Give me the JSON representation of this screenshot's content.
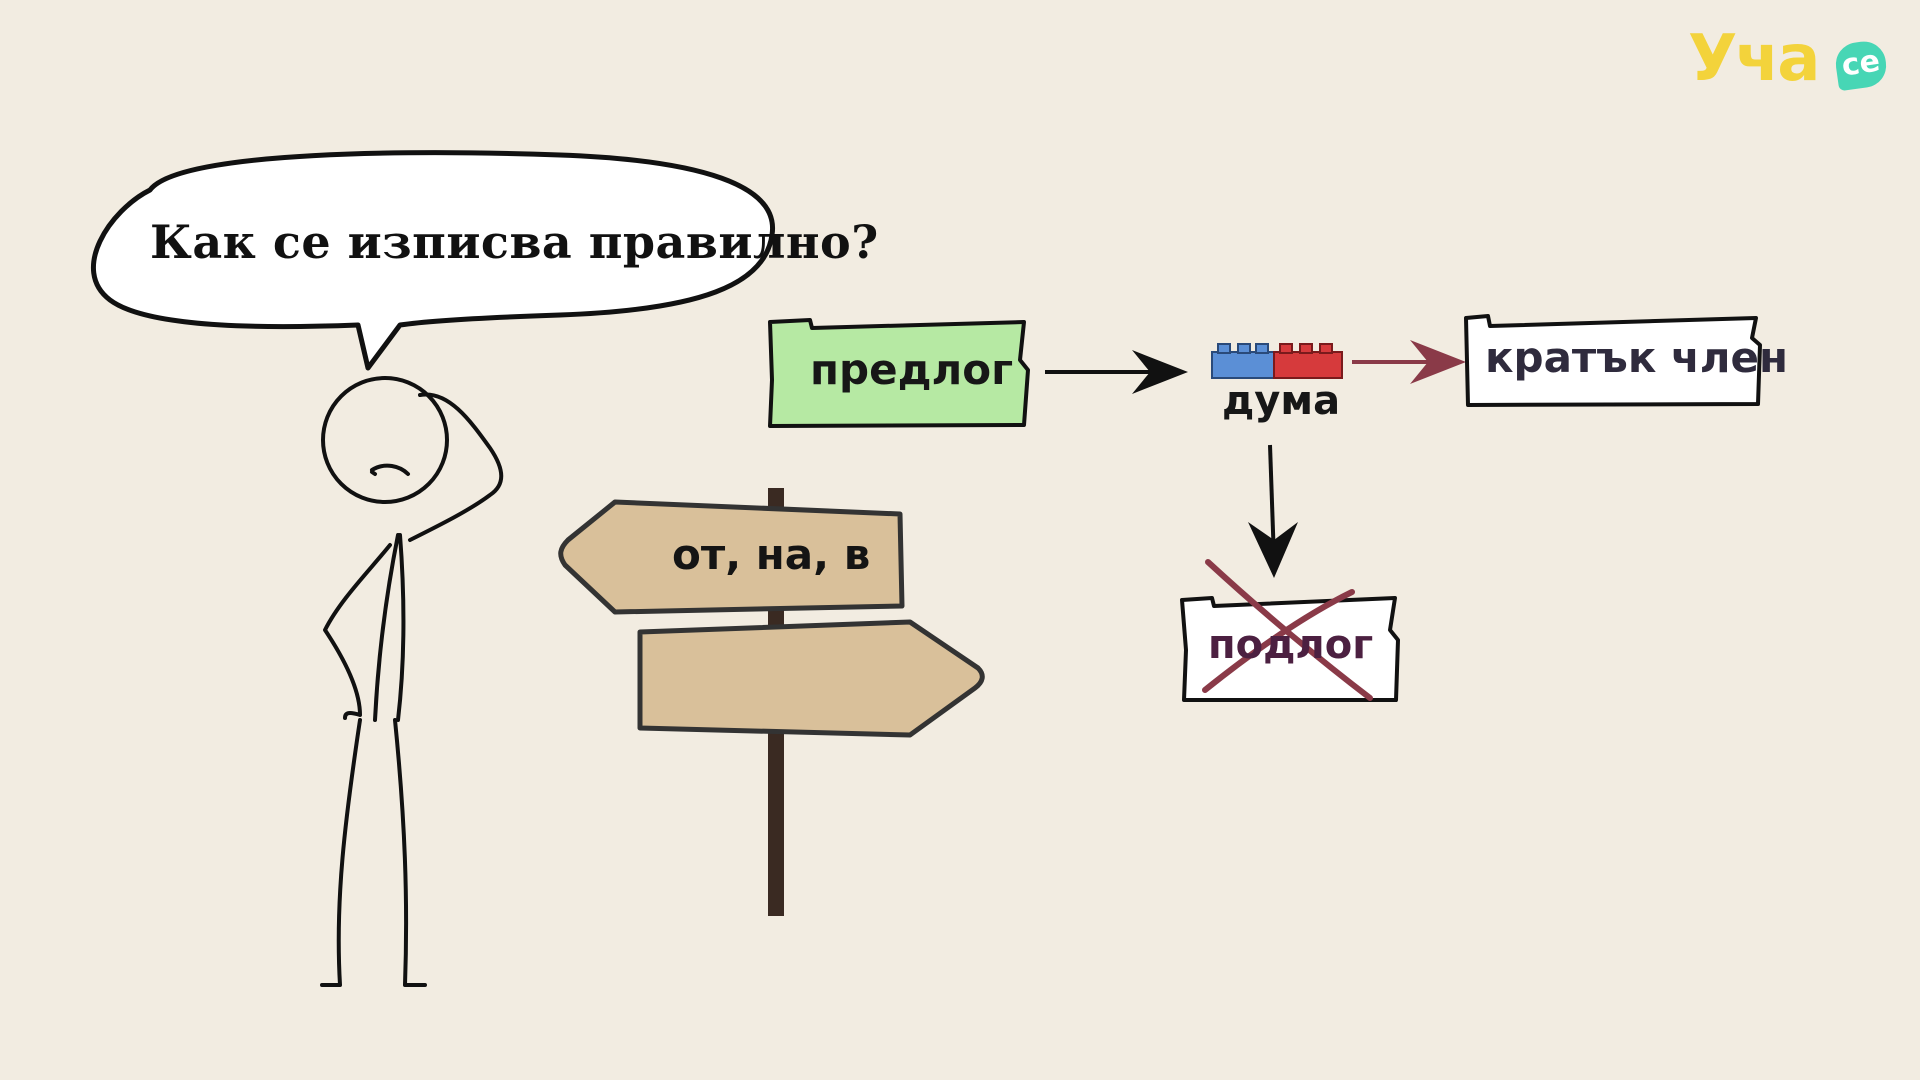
{
  "logo": {
    "text": "Уча",
    "badge": "се"
  },
  "speech_bubble": {
    "text": "Как се изписва правилно?"
  },
  "signpost": {
    "top_sign": "от, на, в",
    "bottom_sign": ""
  },
  "diagram": {
    "box_preposition": "предлог",
    "word_label": "дума",
    "box_short_article": "кратък член",
    "box_crossed_out": "подлог"
  },
  "colors": {
    "background": "#f2ece1",
    "preposition_box": "#b6e9a3",
    "sign_wood": "#d9c09a",
    "arrow_red": "#8a3a48",
    "brick_blue": "#5b8fd6",
    "brick_red": "#d63a3c",
    "logo_yellow": "#f3d33b",
    "logo_teal": "#47d6b5"
  }
}
